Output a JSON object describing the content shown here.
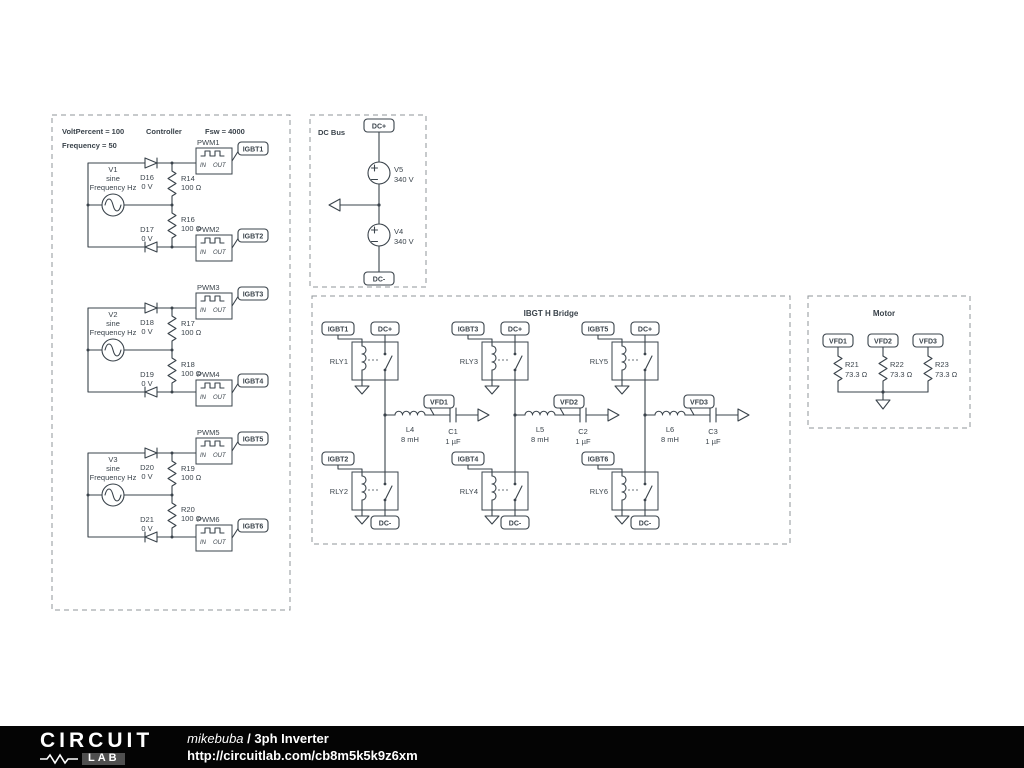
{
  "controller": {
    "header": {
      "volt": "VoltPercent = 100",
      "freq": "Frequency = 50",
      "label": "Controller",
      "fsw": "Fsw = 4000"
    },
    "pin_in": "IN",
    "pin_out": "OUT",
    "channels": [
      {
        "v_name": "V1",
        "v_type": "sine",
        "v_freq": "Frequency Hz",
        "d_top_name": "D16",
        "d_top_val": "0 V",
        "r_top_name": "R14",
        "r_top_val": "100 Ω",
        "r_bot_name": "R16",
        "r_bot_val": "100 Ω",
        "d_bot_name": "D17",
        "d_bot_val": "0 V",
        "pwm_top": "PWM1",
        "pwm_bot": "PWM2",
        "igbt_top": "IGBT1",
        "igbt_bot": "IGBT2"
      },
      {
        "v_name": "V2",
        "v_type": "sine",
        "v_freq": "Frequency Hz",
        "d_top_name": "D18",
        "d_top_val": "0 V",
        "r_top_name": "R17",
        "r_top_val": "100 Ω",
        "r_bot_name": "R18",
        "r_bot_val": "100 Ω",
        "d_bot_name": "D19",
        "d_bot_val": "0 V",
        "pwm_top": "PWM3",
        "pwm_bot": "PWM4",
        "igbt_top": "IGBT3",
        "igbt_bot": "IGBT4"
      },
      {
        "v_name": "V3",
        "v_type": "sine",
        "v_freq": "Frequency Hz",
        "d_top_name": "D20",
        "d_top_val": "0 V",
        "r_top_name": "R19",
        "r_top_val": "100 Ω",
        "r_bot_name": "R20",
        "r_bot_val": "100 Ω",
        "d_bot_name": "D21",
        "d_bot_val": "0 V",
        "pwm_top": "PWM5",
        "pwm_bot": "PWM6",
        "igbt_top": "IGBT5",
        "igbt_bot": "IGBT6"
      }
    ]
  },
  "dc_bus": {
    "label": "DC Bus",
    "flag_pos": "DC+",
    "flag_neg": "DC-",
    "v_top_name": "V5",
    "v_top_val": "340 V",
    "v_bot_name": "V4",
    "v_bot_val": "340 V"
  },
  "h_bridge": {
    "label": "IBGT H Bridge",
    "legs": [
      {
        "igbt_top": "IGBT1",
        "igbt_bot": "IGBT2",
        "rly_top": "RLY1",
        "rly_bot": "RLY2",
        "flag_pos": "DC+",
        "flag_neg": "DC-",
        "l_name": "L4",
        "l_val": "8 mH",
        "vfd": "VFD1",
        "c_name": "C1",
        "c_val": "1 µF"
      },
      {
        "igbt_top": "IGBT3",
        "igbt_bot": "IGBT4",
        "rly_top": "RLY3",
        "rly_bot": "RLY4",
        "flag_pos": "DC+",
        "flag_neg": "DC-",
        "l_name": "L5",
        "l_val": "8 mH",
        "vfd": "VFD2",
        "c_name": "C2",
        "c_val": "1 µF"
      },
      {
        "igbt_top": "IGBT5",
        "igbt_bot": "IGBT6",
        "rly_top": "RLY5",
        "rly_bot": "RLY6",
        "flag_pos": "DC+",
        "flag_neg": "DC-",
        "l_name": "L6",
        "l_val": "8 mH",
        "vfd": "VFD3",
        "c_name": "C3",
        "c_val": "1 µF"
      }
    ]
  },
  "motor": {
    "label": "Motor",
    "phases": [
      {
        "vfd": "VFD1",
        "r_name": "R21",
        "r_val": "73.3 Ω"
      },
      {
        "vfd": "VFD2",
        "r_name": "R22",
        "r_val": "73.3 Ω"
      },
      {
        "vfd": "VFD3",
        "r_name": "R23",
        "r_val": "73.3 Ω"
      }
    ]
  },
  "footer": {
    "logo_top": "CIRCUIT",
    "logo_bottom": "LAB",
    "author": "mikebuba",
    "separator": "/",
    "title": "3ph Inverter",
    "url": "http://circuitlab.com/cb8m5k5k9z6xm"
  }
}
